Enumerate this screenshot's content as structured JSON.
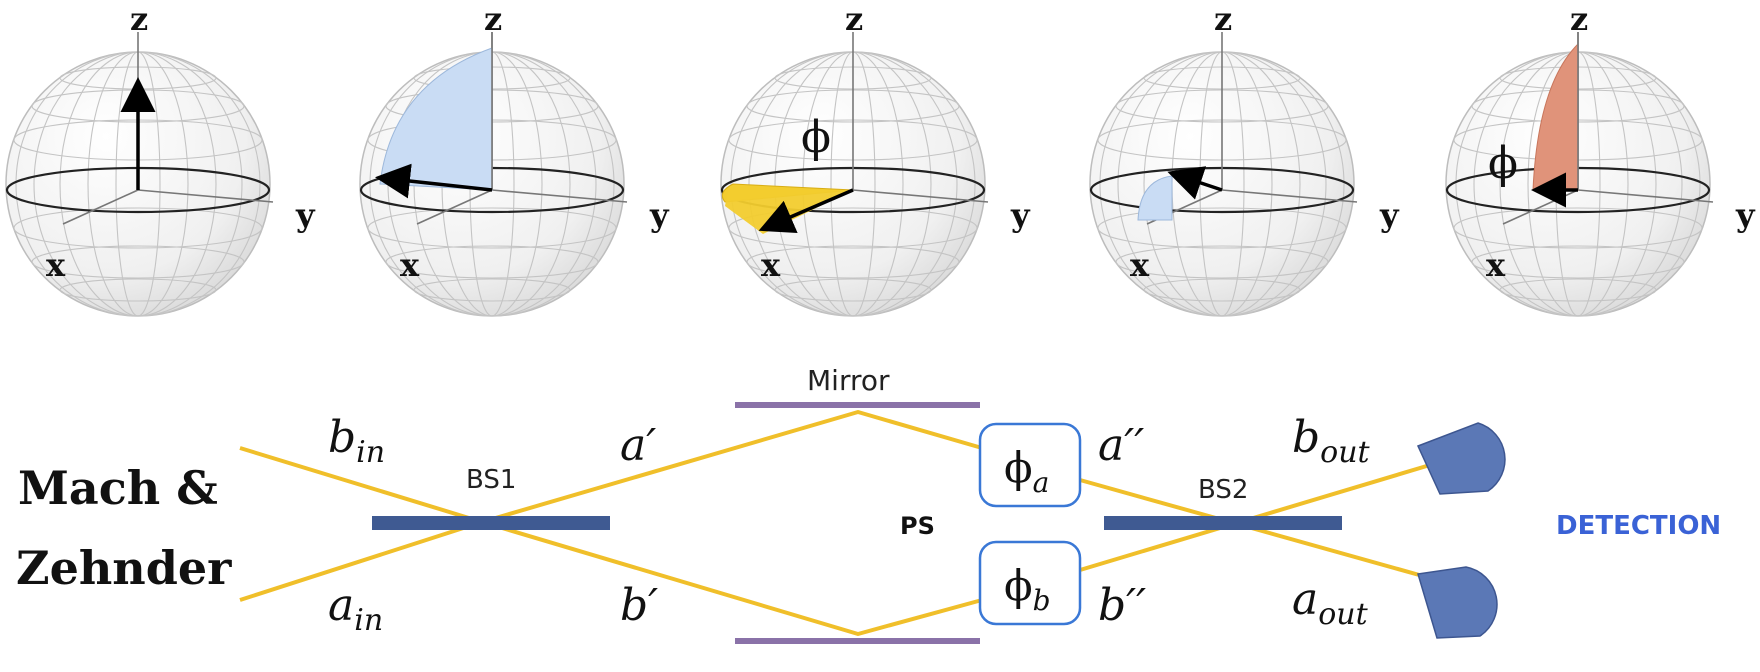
{
  "spheres": [
    {
      "axis_labels": {
        "z": "z",
        "y": "y",
        "x": "x"
      }
    },
    {
      "axis_labels": {
        "z": "z",
        "y": "y",
        "x": "x"
      }
    },
    {
      "axis_labels": {
        "z": "z",
        "y": "y",
        "x": "x"
      },
      "phase_label": "ϕ"
    },
    {
      "axis_labels": {
        "z": "z",
        "y": "y",
        "x": "x"
      }
    },
    {
      "axis_labels": {
        "z": "z",
        "y": "y",
        "x": "x"
      },
      "phase_label": "ϕ"
    }
  ],
  "colors": {
    "beam": "#f0bf2a",
    "splitter": "#3f5a92",
    "mirror": "#8a72a8",
    "detector": "#5b78b6",
    "phase_box": "#3a78d6",
    "detection_text": "#3a62d6",
    "wedge_blue": "#c9dcf4",
    "wedge_yellow": "#f2cc2e",
    "wedge_orange": "#e0937a"
  },
  "interferometer": {
    "title_line1": "Mach &",
    "title_line2": "Zehnder",
    "mirror_label": "Mirror",
    "bs1_label": "BS1",
    "bs2_label": "BS2",
    "ps_label": "PS",
    "detection_label": "DETECTION",
    "phase_a": {
      "symbol": "ϕ",
      "sub": "a"
    },
    "phase_b": {
      "symbol": "ϕ",
      "sub": "b"
    },
    "modes": {
      "b_in": {
        "base": "b",
        "sub": "in"
      },
      "a_in": {
        "base": "a",
        "sub": "in"
      },
      "a_prime": "a′",
      "b_prime": "b′",
      "a_dprime": "a′′",
      "b_dprime": "b′′",
      "b_out": {
        "base": "b",
        "sub": "out"
      },
      "a_out": {
        "base": "a",
        "sub": "out"
      }
    }
  }
}
